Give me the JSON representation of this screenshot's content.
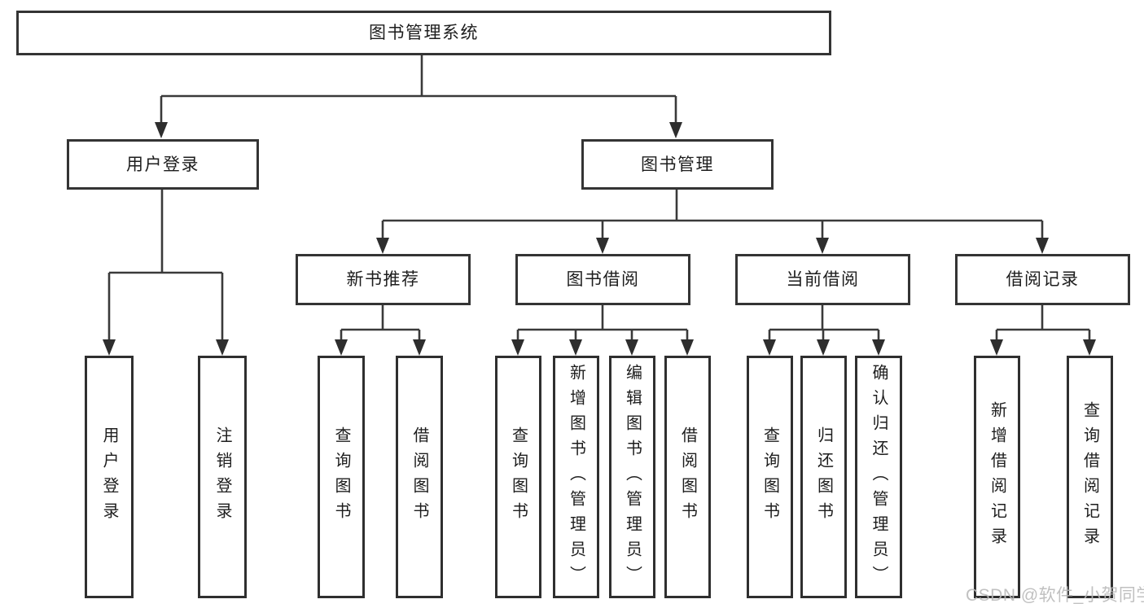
{
  "diagram_title": "图书管理系统",
  "tree": {
    "root": "图书管理系统",
    "branches": [
      {
        "label": "用户登录",
        "children": [
          "用户登录",
          "注销登录"
        ]
      },
      {
        "label": "图书管理",
        "groups": [
          {
            "label": "新书推荐",
            "children": [
              "查询图书",
              "借阅图书"
            ]
          },
          {
            "label": "图书借阅",
            "children": [
              "查询图书",
              "新增图书（管理员）",
              "编辑图书（管理员）",
              "借阅图书"
            ]
          },
          {
            "label": "当前借阅",
            "children": [
              "查询图书",
              "归还图书",
              "确认归还（管理员）"
            ]
          },
          {
            "label": "借阅记录",
            "children": [
              "新增借阅记录",
              "查询借阅记录"
            ]
          }
        ]
      }
    ]
  },
  "watermark": "CSDN @软件_小贺同学",
  "colors": {
    "line": "#3a3a3a",
    "box_border": "#333333",
    "text": "#1d1d1d",
    "watermark": "#b9b9b9",
    "background": "#ffffff"
  }
}
